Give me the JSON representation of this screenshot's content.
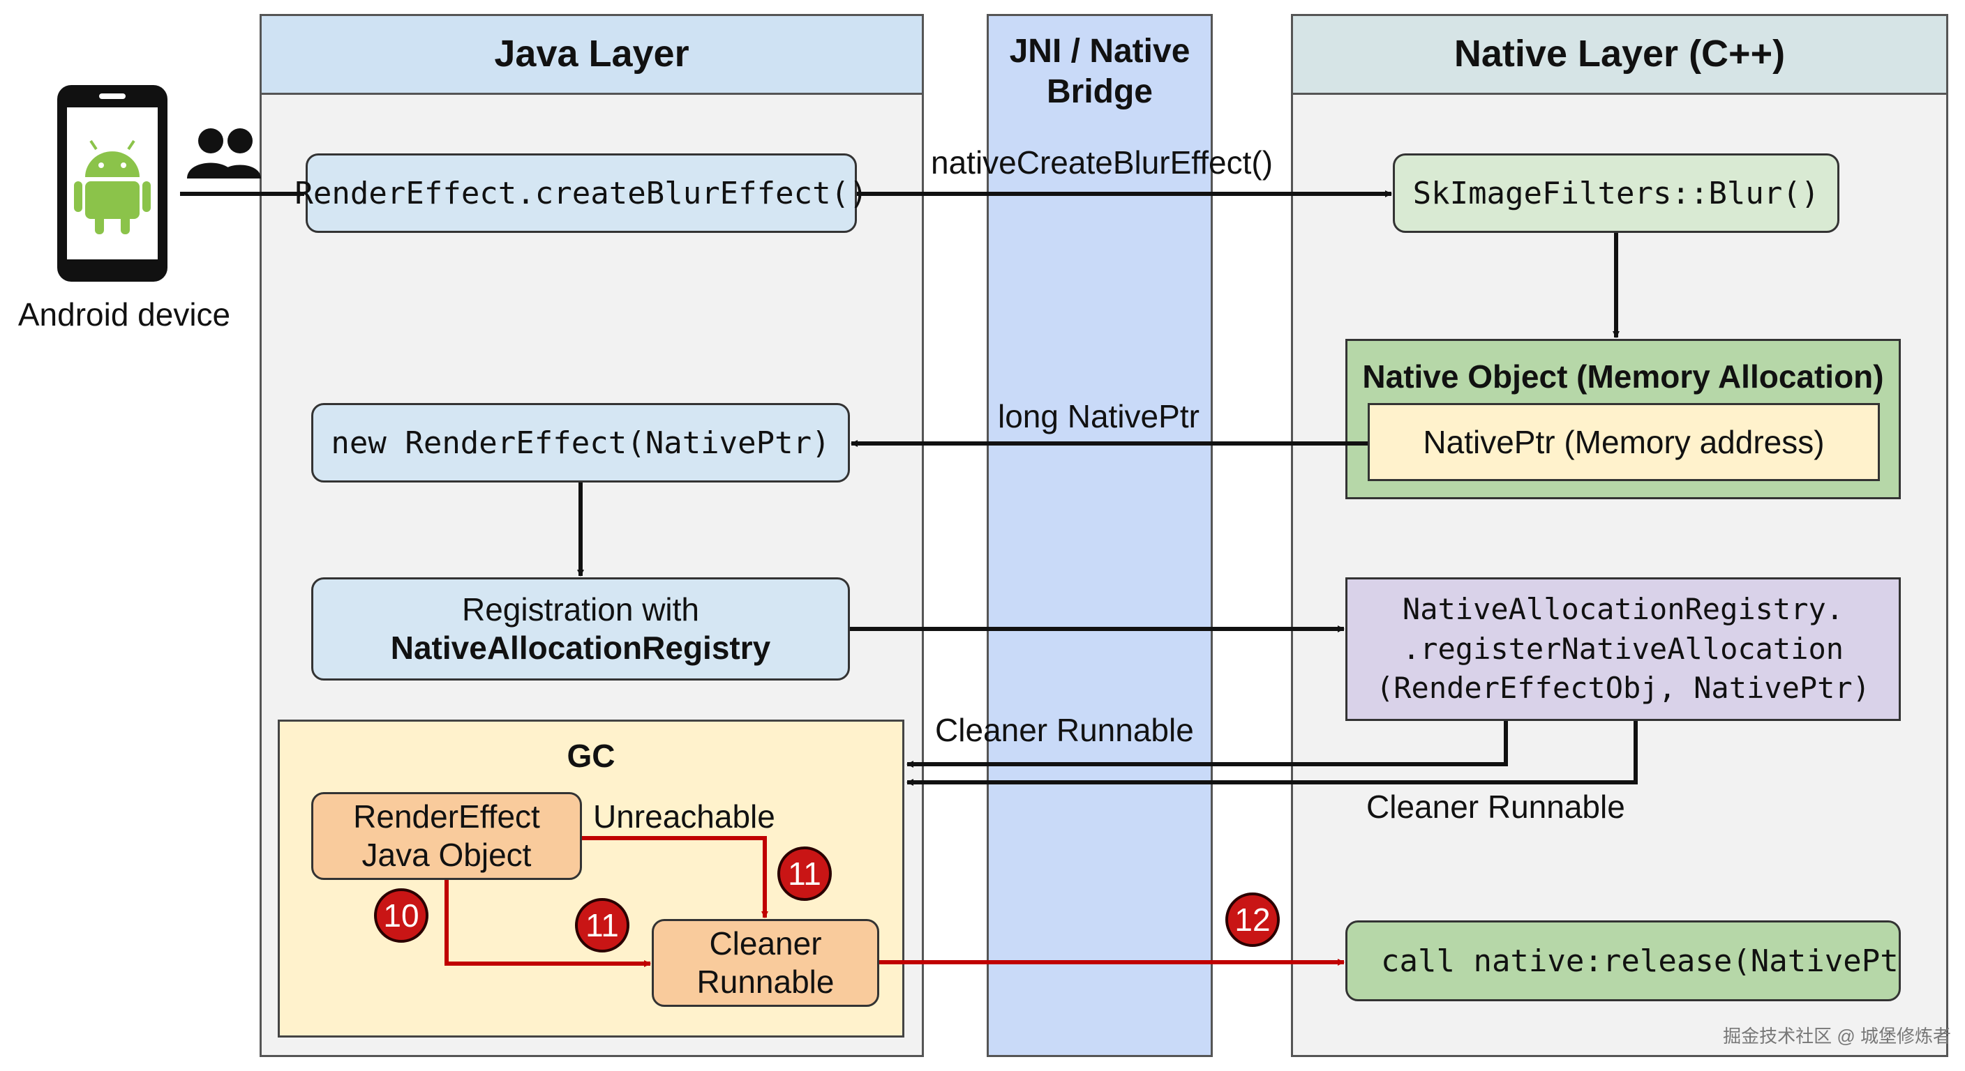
{
  "device": {
    "label": "Android device"
  },
  "lanes": {
    "java": "Java Layer",
    "jni_line1": "JNI / Native",
    "jni_line2": "Bridge",
    "native": "Native Layer (C++)"
  },
  "java": {
    "create_blur": "RenderEffect.createBlurEffect()",
    "new_render_effect": "new RenderEffect(NativePtr)",
    "registration_line1": "Registration with",
    "registration_line2": "NativeAllocationRegistry",
    "gc_title": "GC",
    "java_object_line1": "RenderEffect",
    "java_object_line2": "Java Object",
    "cleaner_line1": "Cleaner",
    "cleaner_line2": "Runnable"
  },
  "native": {
    "blur": "SkImageFilters::Blur()",
    "object_title": "Native Object (Memory Allocation)",
    "native_ptr": "NativePtr (Memory address)",
    "registry_line1": "NativeAllocationRegistry.",
    "registry_line2": ".registerNativeAllocation",
    "registry_line3": "(RenderEffectObj, NativePtr)",
    "release": "call native:release(NativePtr"
  },
  "edges": {
    "native_create": "nativeCreateBlurEffect()",
    "long_ptr": "long NativePtr",
    "cleaner_runnable_top": "Cleaner Runnable",
    "cleaner_runnable_bottom": "Cleaner Runnable",
    "unreachable": "Unreachable"
  },
  "badges": {
    "b10": "10",
    "b11a": "11",
    "b11b": "11",
    "b12": "12"
  },
  "watermark": "掘金技术社区 @ 城堡修炼者",
  "colors": {
    "java_lane": "#f2f2f2",
    "java_header": "#cfe2f3",
    "jni_lane": "#c9daf8",
    "native_header": "#d6e4e6",
    "native_green": "#b6d7a8",
    "ptr_yellow": "#fff2cc",
    "registry_purple": "#d9d2e9",
    "gc_bg": "#fff2cc",
    "java_obj_orange": "#f9cb9c",
    "badge_red": "#c91515",
    "arrow_red": "#c00000"
  }
}
